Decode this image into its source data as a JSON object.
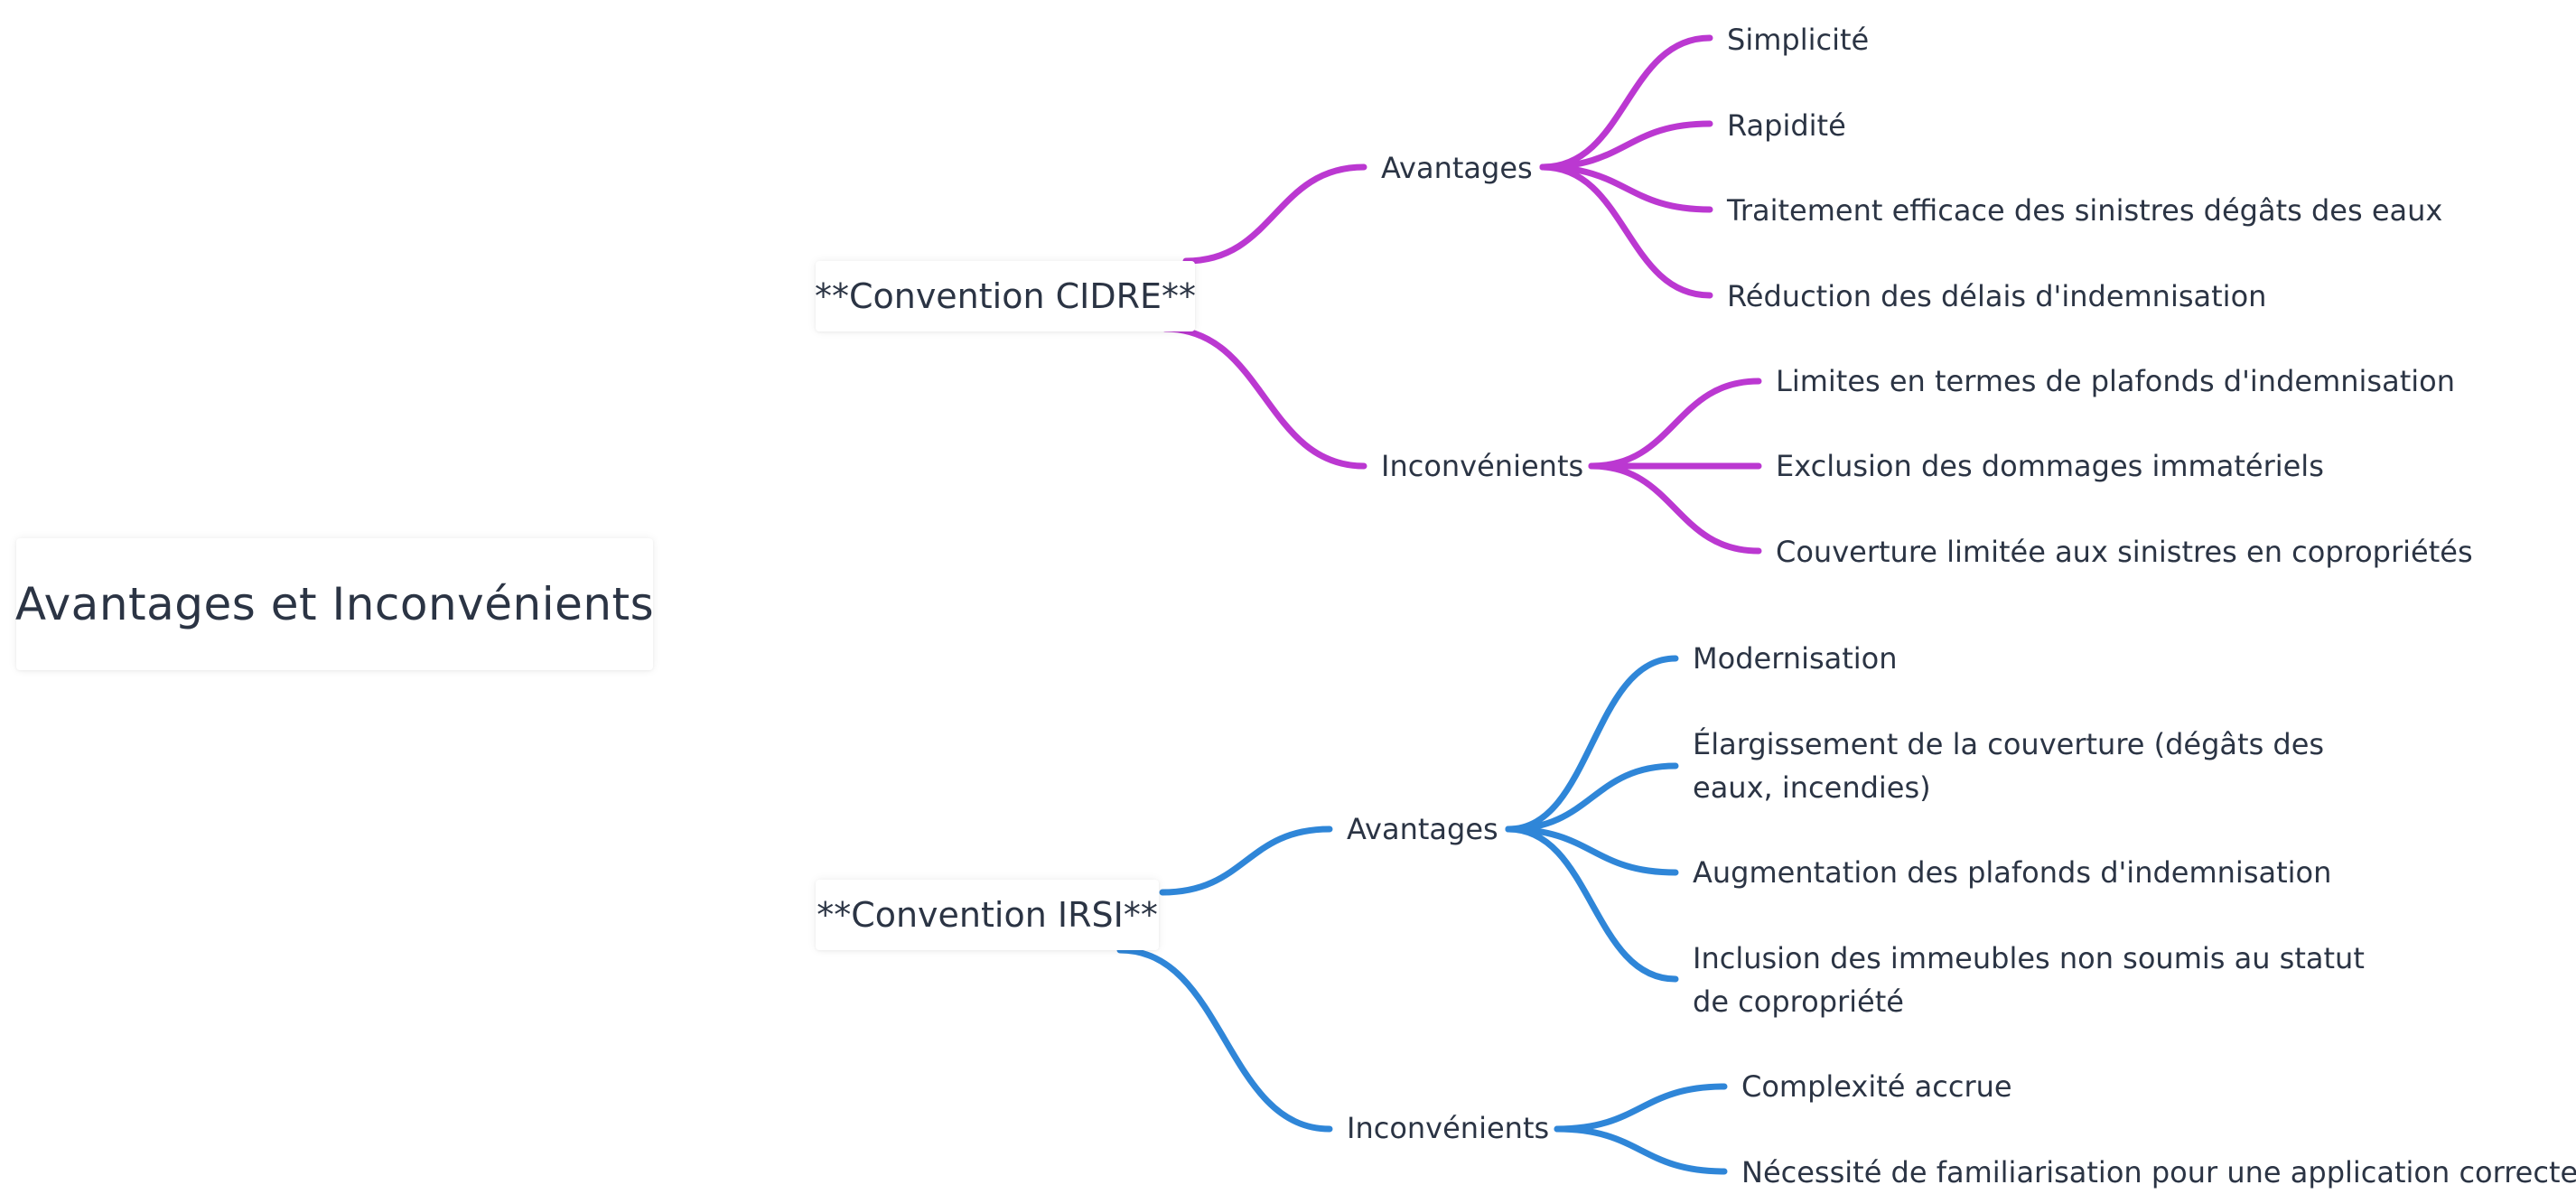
{
  "root": {
    "label": "Avantages et Inconvénients"
  },
  "colors": {
    "cidre": "#bb38d1",
    "irsi": "#2f86d8",
    "text": "#2b3444"
  },
  "cidre": {
    "label": "**Convention CIDRE**",
    "avantages": {
      "label": "Avantages",
      "items": [
        "Simplicité",
        "Rapidité",
        "Traitement efficace des sinistres dégâts des eaux",
        "Réduction des délais d'indemnisation"
      ]
    },
    "inconvenients": {
      "label": "Inconvénients",
      "items": [
        "Limites en termes de plafonds d'indemnisation",
        "Exclusion des dommages immatériels",
        "Couverture limitée aux sinistres en copropriétés"
      ]
    }
  },
  "irsi": {
    "label": "**Convention IRSI**",
    "avantages": {
      "label": "Avantages",
      "items": [
        "Modernisation",
        "Élargissement de la couverture (dégâts des eaux, incendies)",
        "Augmentation des plafonds d'indemnisation",
        "Inclusion des immeubles non soumis au statut de copropriété"
      ]
    },
    "inconvenients": {
      "label": "Inconvénients",
      "items": [
        "Complexité accrue",
        "Nécessité de familiarisation pour une application correcte"
      ]
    }
  }
}
